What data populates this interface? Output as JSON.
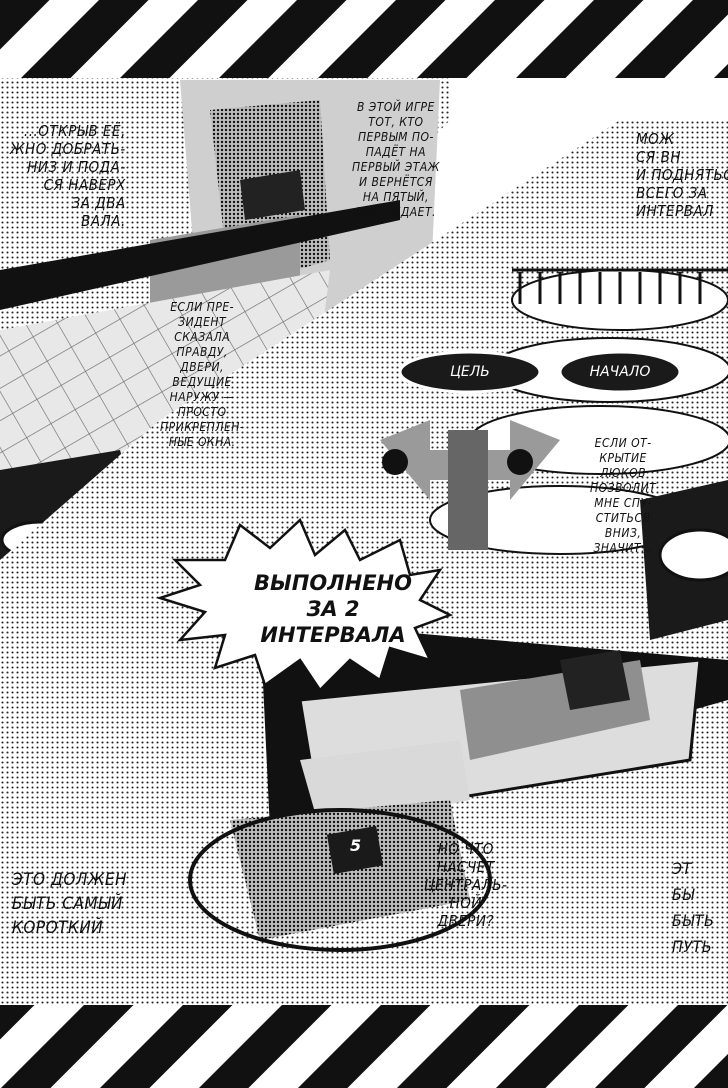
{
  "captions": {
    "top_left": [
      "...ОТКРЫВ ЕЁ,",
      "ЖНО ДОБРАТЬ-",
      "НИЗ И ПОДА-",
      "СЯ НАВЕРХ",
      "ЗА ДВА",
      "ВАЛА."
    ],
    "top_center": [
      "В ЭТОЙ ИГРЕ",
      "ТОТ, КТО",
      "ПЕРВЫМ ПО-",
      "ПАДЁТ НА",
      "ПЕРВЫЙ ЭТАЖ",
      "И ВЕРНЁТСЯ",
      "НА ПЯТЫЙ,",
      "ПОБЕЖДАЕТ."
    ],
    "top_right": [
      "МОЖ",
      "СЯ ВН",
      "И ПОДНЯТЬСЯ",
      "ВСЕГО ЗА",
      "ИНТЕРВАЛ"
    ],
    "president": [
      "ЕСЛИ ПРЕ-",
      "ЗИДЕНТ",
      "СКАЗАЛА",
      "ПРАВДУ,",
      "ДВЕРИ,",
      "ВЕДУЩИЕ",
      "НАРУЖУ —",
      "ПРОСТО",
      "ПРИКРЕПЛЕН-",
      "НЫЕ ОКНА."
    ],
    "hatch": [
      "ЕСЛИ ОТ-",
      "КРЫТИЕ",
      "ЛЮКОВ",
      "ПОЗВОЛИТ",
      "МНЕ СПУ-",
      "СТИТЬСЯ",
      "ВНИЗ,",
      "ЗНАЧИТ..."
    ],
    "bottom_left": [
      "ЭТО ДОЛЖЕН",
      "БЫТЬ САМЫЙ",
      "КОРОТКИЙ"
    ],
    "bottom_center": [
      "НО ЧТО",
      "НАСЧЁТ",
      "ЦЕНТРАЛЬ-",
      "НОЙ",
      "ДВЕРИ?"
    ],
    "bottom_right": [
      "ЭТ",
      "БЫ",
      "БЫТЬ",
      "ПУТЬ"
    ]
  },
  "labels": {
    "finish": "ЦЕЛЬ",
    "start": "НАЧАЛО",
    "floor_number": "5"
  },
  "burst": {
    "lines": [
      "ВЫПОЛНЕНО",
      "ЗА 2",
      "ИНТЕРВАЛА"
    ]
  },
  "colors": {
    "ink": "#111111",
    "paper": "#ffffff",
    "tone": "#9a9a9a",
    "dark_tone": "#3a3a3a"
  }
}
